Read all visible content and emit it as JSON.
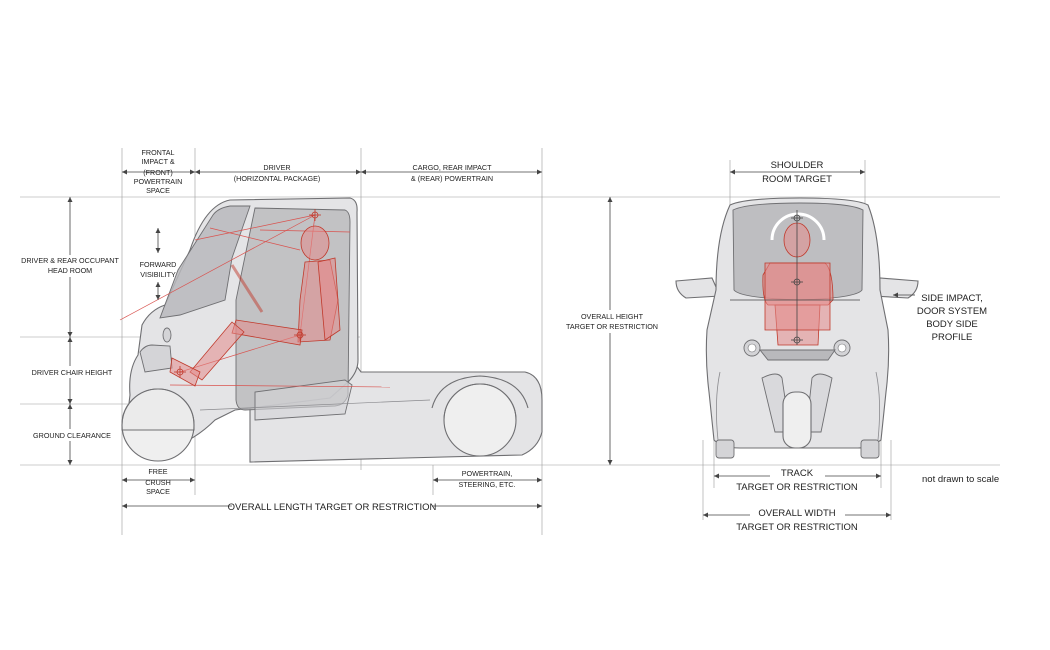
{
  "side_view": {
    "labels": {
      "frontal_impact": [
        "FRONTAL",
        "IMPACT &",
        "(FRONT)",
        "POWERTRAIN",
        "SPACE"
      ],
      "driver": [
        "DRIVER",
        "(HORIZONTAL PACKAGE)"
      ],
      "cargo": [
        "CARGO, REAR IMPACT",
        "& (REAR) POWERTRAIN"
      ],
      "head_room": [
        "DRIVER & REAR OCCUPANT",
        "HEAD ROOM"
      ],
      "forward_visibility": [
        "FORWARD",
        "VISIBILITY"
      ],
      "chair_height": "DRIVER CHAIR HEIGHT",
      "ground_clearance": "GROUND CLEARANCE",
      "crush_space": [
        "FREE",
        "CRUSH",
        "SPACE"
      ],
      "powertrain_steering": [
        "POWERTRAIN,",
        "STEERING, ETC."
      ],
      "overall_length": "OVERALL LENGTH TARGET OR RESTRICTION",
      "overall_height": [
        "OVERALL HEIGHT",
        "TARGET OR RESTRICTION"
      ]
    }
  },
  "front_view": {
    "labels": {
      "shoulder_room": [
        "SHOULDER",
        "ROOM TARGET"
      ],
      "side_impact": [
        "SIDE IMPACT,",
        "DOOR SYSTEM",
        "BODY SIDE",
        "PROFILE"
      ],
      "track": [
        "TRACK",
        "TARGET OR RESTRICTION"
      ],
      "overall_width": [
        "OVERALL WIDTH",
        "TARGET OR RESTRICTION"
      ]
    }
  },
  "note": "not drawn to scale",
  "colors": {
    "occupant": "#e48a8a",
    "body": "#e4e4e6",
    "glass": "#b9b9bc",
    "line": "#444444"
  }
}
